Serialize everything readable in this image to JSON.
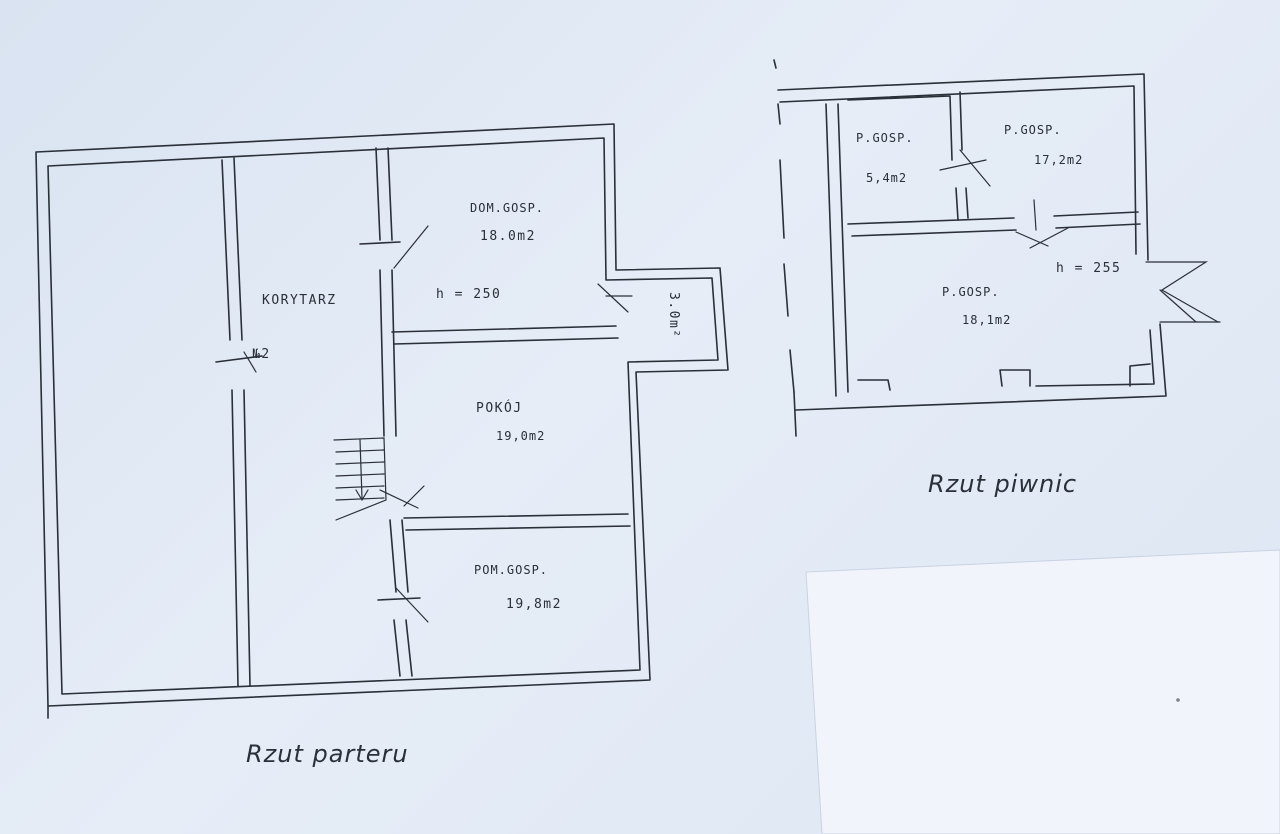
{
  "ground_floor": {
    "caption": "Rzut parteru",
    "rooms": {
      "korytarz": {
        "name": "KORYTARZ"
      },
      "stair_marker": {
        "label": "№2"
      },
      "dom_gosp": {
        "name": "DOM.GOSP.",
        "area": "18.0m2",
        "height": "h = 250"
      },
      "small_room": {
        "area": "3.0m²"
      },
      "pokoj": {
        "name": "POKÓJ",
        "area": "19,0m2"
      },
      "pom_gosp": {
        "name": "POM.GOSP.",
        "area": "19,8m2"
      }
    }
  },
  "basement": {
    "caption": "Rzut piwnic",
    "rooms": {
      "p_gosp_1": {
        "name": "P.GOSP.",
        "area": "5,4m2"
      },
      "p_gosp_2": {
        "name": "P.GOSP.",
        "area": "17,2m2"
      },
      "p_gosp_3": {
        "name": "P.GOSP.",
        "area": "18,1m2",
        "height": "h = 255"
      }
    }
  }
}
